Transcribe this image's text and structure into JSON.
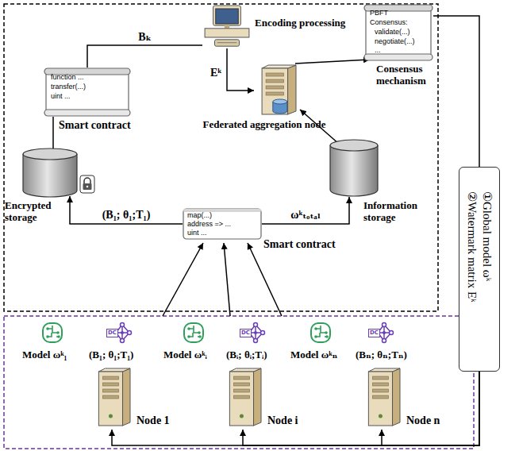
{
  "diagram": {
    "nodes": [
      {
        "text": [
          "function ...",
          "transfer(...)",
          "uint ...",
          "Smart contract"
        ]
      },
      {
        "text": [
          "Encoding processing"
        ]
      },
      {
        "text": [
          "PBFT",
          "Consensus:",
          "validate(...)",
          "negotiate(...)",
          "...",
          "Consensus mechanism"
        ]
      },
      {
        "text": [
          "Federated aggregation node"
        ]
      },
      {
        "text": [
          "Encrypted storage"
        ]
      },
      {
        "text": [
          "Information storage"
        ]
      },
      {
        "text": [
          "map(...)",
          "address => ...",
          "uint ...",
          "Smart contract"
        ]
      },
      {
        "text": [
          "①Global model ωᵏ",
          "②Watermark matrix Eᵏ"
        ]
      },
      {
        "text": [
          "Node 1"
        ]
      },
      {
        "text": [
          "Node i"
        ]
      },
      {
        "text": [
          "Node n"
        ]
      }
    ],
    "edges": [
      {
        "from": 0,
        "to": 1,
        "arrow": "none",
        "label": "Bₖ"
      },
      {
        "from": 1,
        "to": 3,
        "arrow": "to",
        "label": "Eᵏ"
      },
      {
        "from": 0,
        "to": 4,
        "arrow": "none"
      },
      {
        "from": 6,
        "to": 4,
        "arrow": "to",
        "label": "(B₁; θ₁;T₁)"
      },
      {
        "from": 6,
        "to": 5,
        "arrow": "to",
        "label": "ωᵏₜₒₜₐₗ"
      },
      {
        "from": 5,
        "to": 3,
        "arrow": "to"
      },
      {
        "from": 3,
        "to": 2,
        "arrow": "to"
      },
      {
        "from": 2,
        "to": 7,
        "arrow": "none"
      },
      {
        "from": 7,
        "to": 8,
        "arrow": "to"
      },
      {
        "from": 7,
        "to": 9,
        "arrow": "to"
      },
      {
        "from": 7,
        "to": 10,
        "arrow": "to"
      }
    ],
    "labels": [
      "Model ωᵏ₁",
      "DC",
      "(B₁; θ₁;T₁)",
      "Model ωᵏᵢ",
      "DC",
      "(Bᵢ; θᵢ;Tᵢ)",
      "Model ωᵏₙ",
      "DC",
      "(Bₙ; θₙ;Tₙ)"
    ]
  }
}
